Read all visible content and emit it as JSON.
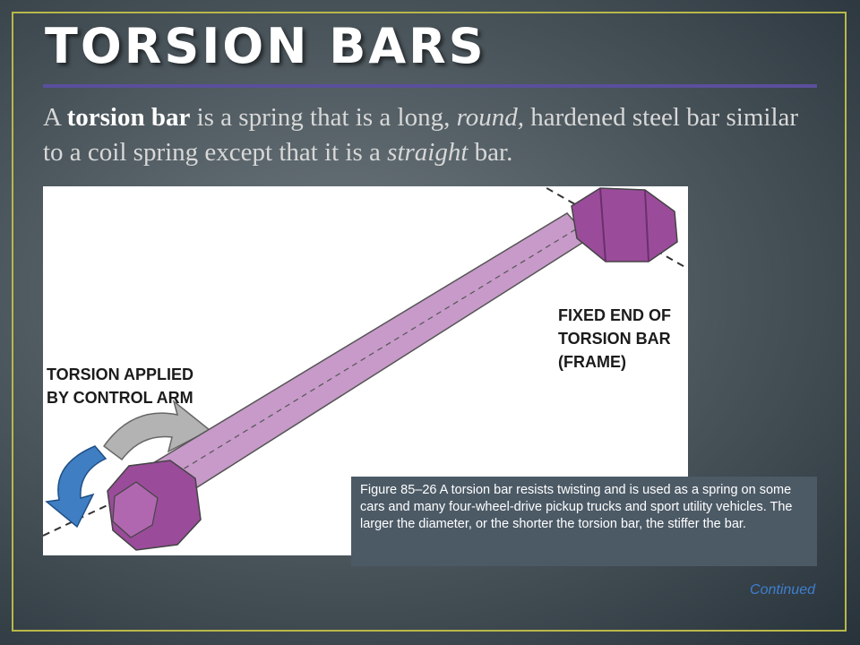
{
  "slide": {
    "title": "TORSION BARS",
    "intro": {
      "p1": "A ",
      "b1": "torsion bar",
      "p2": " is a spring that is a long, ",
      "i1": "round,",
      "p3": " hardened steel bar similar to a coil spring except that it is a ",
      "i2": "straight",
      "p4": " bar."
    },
    "figure": {
      "label_fixed": [
        "FIXED END OF",
        "TORSION BAR",
        "(FRAME)"
      ],
      "label_applied": [
        "TORSION APPLIED",
        "BY CONTROL ARM"
      ],
      "bar_color": "#c79ac9",
      "hex_color": "#9a4c9a",
      "arrow_blue": "#3f7ec2",
      "arrow_gray": "#b3b3b3"
    },
    "caption": "Figure 85–26  A torsion bar resists twisting and is used as a spring on some cars and many four-wheel-drive pickup trucks and sport utility vehicles. The larger the diameter, or the shorter the torsion bar, the stiffer the bar.",
    "continued": "Continued",
    "accent_rule": "#5a4f9c",
    "frame_color": "#b8b84a"
  }
}
